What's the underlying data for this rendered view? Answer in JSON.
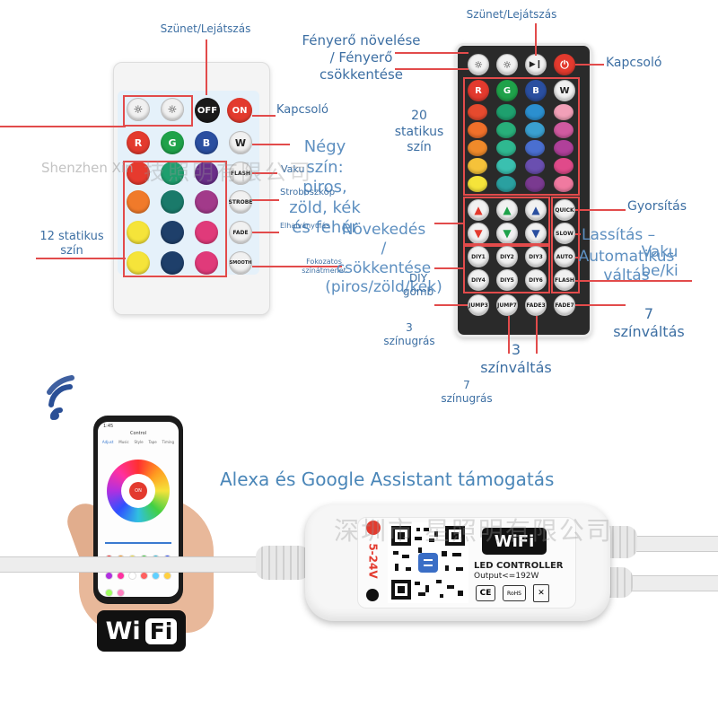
{
  "small_remote": {
    "labels": {
      "pause_play": "Szünet/Lejátszás",
      "power": "Kapcsoló",
      "four_colors": "Négy\nszín:\npiros,\nzöld, kék\nés fehér",
      "twelve_static": "12 statikus\nszín",
      "flash": "Vaku",
      "strobe": "Stroboszkóp",
      "fade": "Elhalványulás",
      "smooth": "Fokozatos\nszínátmenet"
    },
    "buttons": {
      "off": "OFF",
      "on": "ON",
      "r": "R",
      "g": "G",
      "b": "B",
      "w": "W",
      "flash": "FLASH",
      "strobe": "STROBE",
      "fade": "FADE",
      "smooth": "SMOOTH"
    },
    "colors": [
      "#e63a2e",
      "#1e9f6e",
      "#6a2f8a",
      "#f07a2a",
      "#1a7a6a",
      "#a23a8a",
      "#f5e43a",
      "#1e3f6a",
      "#e03a7a"
    ]
  },
  "large_remote": {
    "labels": {
      "pause_play": "Szünet/Lejátszás",
      "brightness": "Fényerő növelése\n/ Fényerő\ncsökkentése",
      "power": "Kapcsoló",
      "twenty_static": "20\nstatikus\nszín",
      "quick": "Gyorsítás",
      "slow": "Lassítás –",
      "auto": "Automatikus\nváltás",
      "flash": "Vaku\nbe/ki",
      "up_down": "Növekedés\n/\ncsökkentése\n(piros/zöld/kék)",
      "diy": "DIY\ngomb",
      "seven_change": "7\nszínváltás",
      "three_jump": "3\nszínugrás",
      "three_change": "3\nszínváltás",
      "seven_jump": "7\nszínugrás"
    },
    "buttons": {
      "r": "R",
      "g": "G",
      "b": "B",
      "w": "W",
      "quick": "QUICK",
      "slow": "SLOW",
      "auto": "AUTO",
      "flash": "FLASH",
      "diy1": "DIY1",
      "diy2": "DIY2",
      "diy3": "DIY3",
      "diy4": "DIY4",
      "diy5": "DIY5",
      "diy6": "DIY6",
      "jump3": "JUMP3",
      "jump7": "JUMP7",
      "fade3": "FADE3",
      "fade7": "FADE7"
    },
    "colors": [
      "#e64a2e",
      "#1ea06e",
      "#2b8fcf",
      "#f2a0b8",
      "#f0702a",
      "#28b07a",
      "#3aa0d0",
      "#d05aa0",
      "#f08a2a",
      "#2fb890",
      "#4a6fd0",
      "#b0409a",
      "#f5c23a",
      "#3ac0b0",
      "#6a4fb0",
      "#e04a8a",
      "#f5e43a",
      "#2aa0a0",
      "#7a3a90",
      "#f07aa0"
    ]
  },
  "phone": {
    "screen_title": "Control",
    "tabs": [
      "Adjust",
      "Music",
      "Style",
      "Tape",
      "Timing"
    ],
    "on_label": "ON",
    "time": "1:45"
  },
  "controller": {
    "voltage": "5-24V",
    "brand": "WiFi",
    "title": "LED CONTROLLER",
    "output": "Output<=192W",
    "ce": "CE",
    "rohs": "RoHS"
  },
  "headline": "Alexa és Google Assistant támogatás",
  "wifi_logo": {
    "left": "Wi",
    "right": "Fi"
  },
  "watermarks": {
    "company": "Shenzhen Xin",
    "chinese": "技照明有限公司",
    "chinese_bottom": "深圳市 星照明有限公司"
  },
  "accent": "#e24b4b",
  "label_color": "#3d6fa3"
}
